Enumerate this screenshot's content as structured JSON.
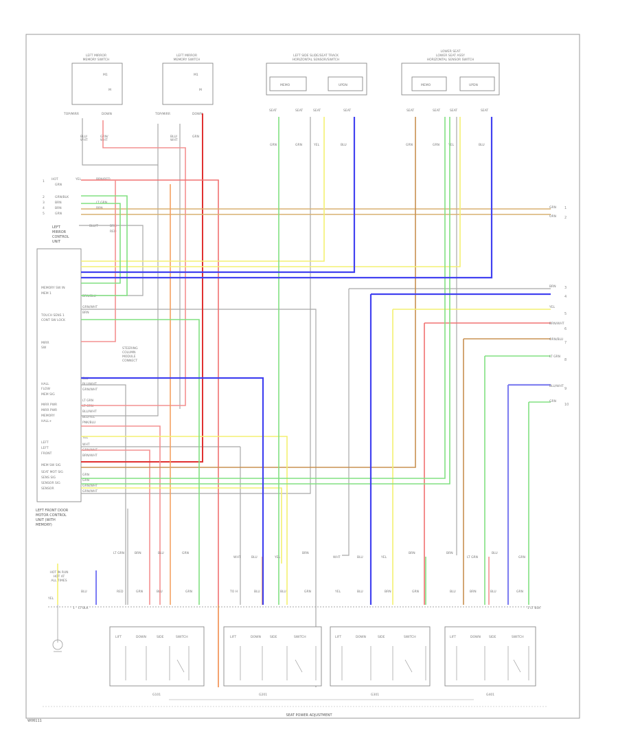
{
  "module": {
    "title_lines": [
      "LEFT",
      "MIRROR",
      "CONTROL",
      "UNIT"
    ],
    "caption_lines": [
      "LEFT FRONT DOOR",
      "MOTOR CONTROL",
      "UNIT (WITH",
      "MEMORY)"
    ]
  },
  "mirrors": [
    {
      "title_lines": [
        "LEFT MIRROR",
        "MEMORY SWITCH"
      ]
    },
    {
      "title_lines": [
        "LEFT MIRROR",
        "MEMORY SWITCH"
      ]
    }
  ],
  "seat_motors": [
    {
      "title_lines": [
        "LEFT SIDE SLIDE/SEAT TRACK",
        "HORIZONTAL SENSOR/SWITCH"
      ],
      "cells": [
        "MEMO",
        "UPDN"
      ]
    },
    {
      "title_lines": [
        "LOWER SEAT ASSY",
        "HORIZONTAL SENSOR SWITCH"
      ],
      "cells": [
        "MEMO",
        "UPDN"
      ]
    }
  ],
  "switch_boxes": [
    {
      "headers": [
        "LIFT",
        "DOWN",
        "SIDE",
        "SWITCH"
      ]
    },
    {
      "headers": [
        "LIFT",
        "DOWN",
        "SIDE",
        "SWITCH"
      ]
    },
    {
      "headers": [
        "LIFT",
        "DOWN",
        "SIDE",
        "SWITCH"
      ]
    },
    {
      "headers": [
        "LIFT",
        "DOWN",
        "SIDE",
        "SWITCH"
      ]
    }
  ],
  "bottom_label": "SEAT POWER ADJUSTMENT",
  "bottom_ground_labels": [
    "G101",
    "G201",
    "G301",
    "G401"
  ],
  "corner_label": "W06111",
  "right_terminals": [
    "GRN",
    "ORN",
    "BRN",
    "YEL",
    "BRN/WHT",
    "ORN/BLU",
    "LT GRN",
    "BLU/WHT",
    "GRN"
  ],
  "ground_caption_lines": [
    "HOT IN RUN",
    "HOT AT",
    "ALL TIMES"
  ],
  "wire_colors": {
    "red": "#f07070",
    "red_dark": "#e03030",
    "orange": "#f4a060",
    "brown": "#c89050",
    "tan": "#d8b070",
    "yellow": "#f4f070",
    "green": "#80e080",
    "blue": "#4040f0",
    "blue_light": "#8080f0",
    "pink": "#f49090",
    "gray": "#a8a8a8"
  }
}
